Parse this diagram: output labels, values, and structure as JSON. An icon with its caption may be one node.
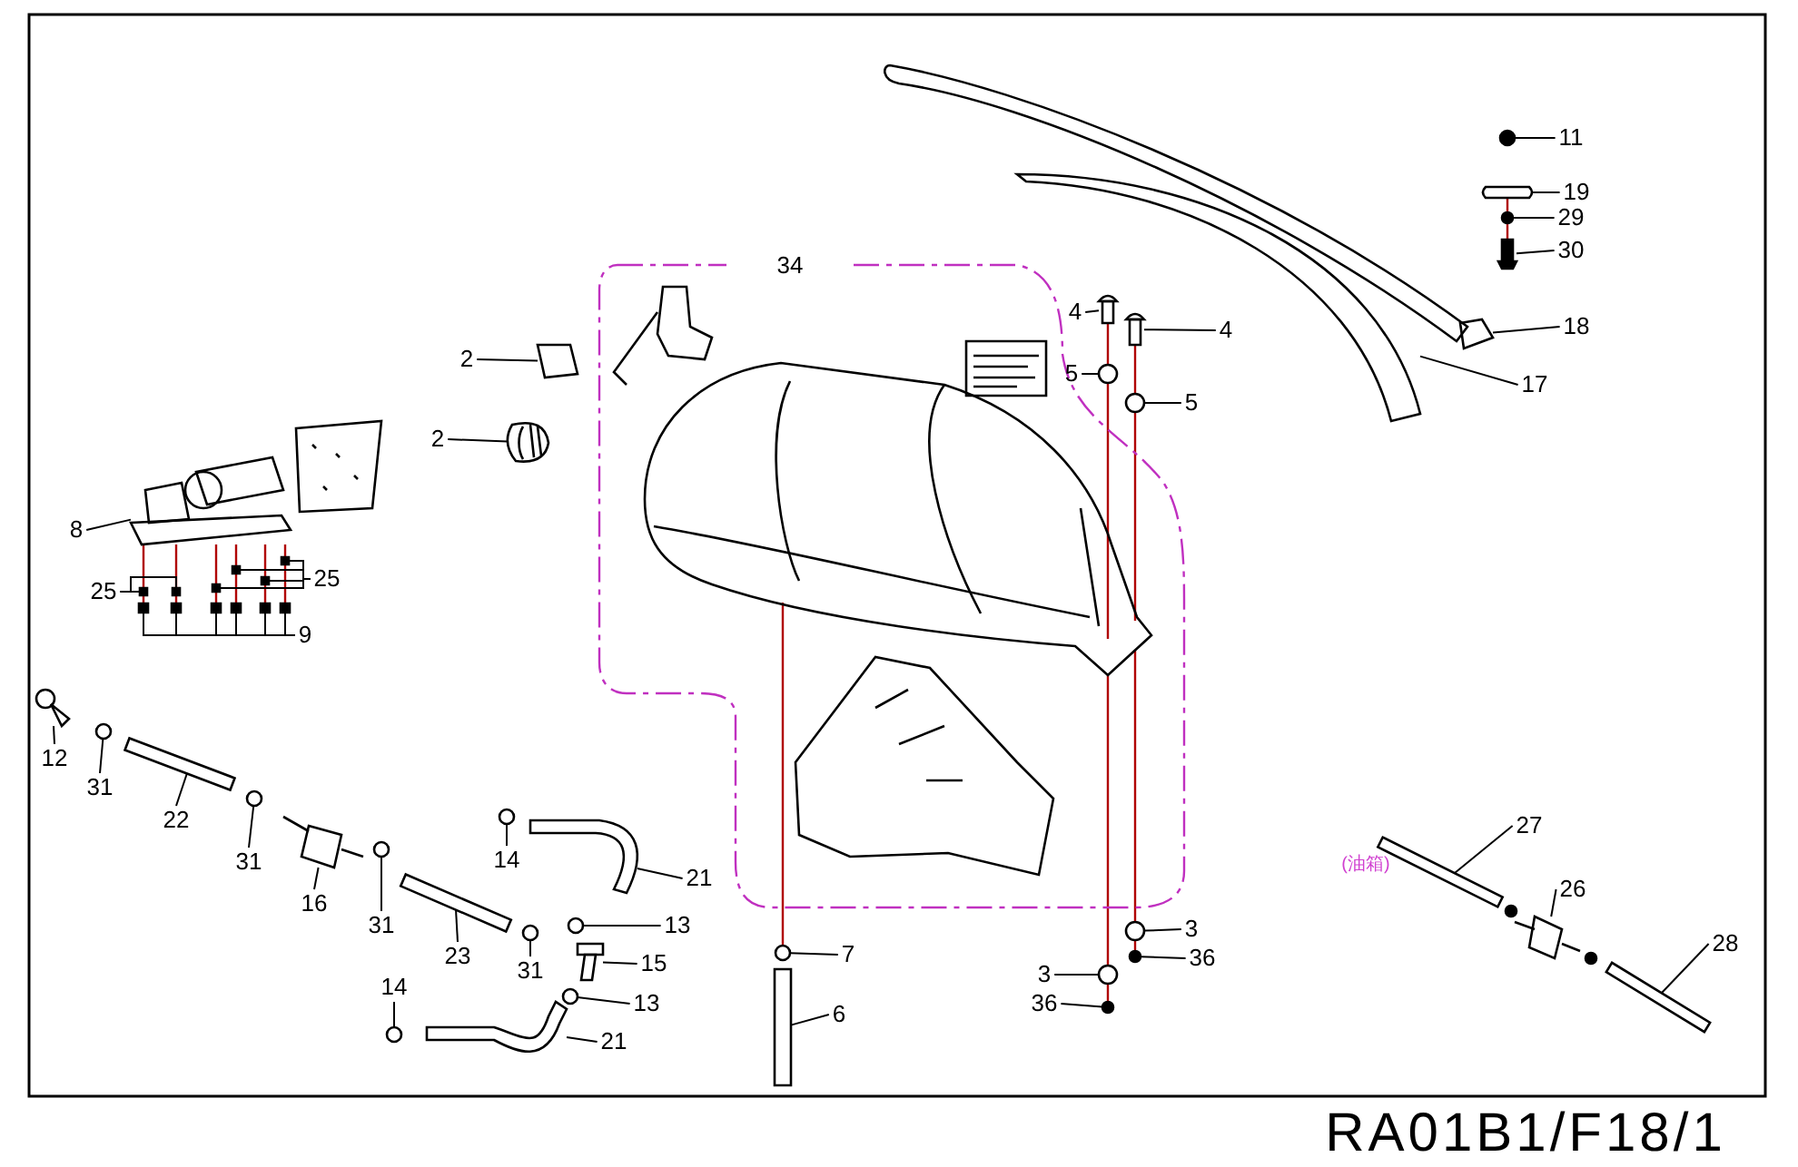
{
  "diagram": {
    "nodes": [
      {
        "text": [
          "11"
        ]
      },
      {
        "text": [
          "19"
        ]
      },
      {
        "text": [
          "29"
        ]
      },
      {
        "text": [
          "30"
        ]
      },
      {
        "text": [
          "4"
        ]
      },
      {
        "text": [
          "4"
        ]
      },
      {
        "text": [
          "18"
        ]
      },
      {
        "text": [
          "2"
        ]
      },
      {
        "text": [
          "5"
        ]
      },
      {
        "text": [
          "17"
        ]
      },
      {
        "text": [
          "5"
        ]
      },
      {
        "text": [
          "2"
        ]
      },
      {
        "text": [
          "8"
        ]
      },
      {
        "text": [
          "25"
        ]
      },
      {
        "text": [
          "25"
        ]
      },
      {
        "text": [
          "9"
        ]
      },
      {
        "text": [
          "12"
        ]
      },
      {
        "text": [
          "31"
        ]
      },
      {
        "text": [
          "22"
        ]
      },
      {
        "text": [
          "31"
        ]
      },
      {
        "text": [
          "16"
        ]
      },
      {
        "text": [
          "14"
        ]
      },
      {
        "text": [
          "21"
        ]
      },
      {
        "text": [
          "27"
        ]
      },
      {
        "text": [
          "26"
        ]
      },
      {
        "text": [
          "31"
        ]
      },
      {
        "text": [
          "23"
        ]
      },
      {
        "text": [
          "13"
        ]
      },
      {
        "text": [
          "7"
        ]
      },
      {
        "text": [
          "3"
        ]
      },
      {
        "text": [
          "36"
        ]
      },
      {
        "text": [
          "28"
        ]
      },
      {
        "text": [
          "3"
        ]
      },
      {
        "text": [
          "15"
        ]
      },
      {
        "text": [
          "31"
        ]
      },
      {
        "text": [
          "13"
        ]
      },
      {
        "text": [
          "6"
        ]
      },
      {
        "text": [
          "14"
        ]
      },
      {
        "text": [
          "36"
        ]
      },
      {
        "text": [
          "21"
        ]
      },
      {
        "text": [],
        "shape": "picture"
      },
      {
        "text": [],
        "shape": "picture"
      },
      {
        "text": [],
        "shape": "picture"
      },
      {
        "text": [],
        "shape": "picture"
      },
      {
        "text": [],
        "shape": "picture"
      },
      {
        "text": [],
        "shape": "picture"
      },
      {
        "text": [],
        "shape": "picture"
      },
      {
        "text": [],
        "shape": "picture"
      },
      {
        "text": [],
        "shape": "picture"
      },
      {
        "text": [],
        "shape": "picture"
      },
      {
        "text": [],
        "shape": "picture"
      },
      {
        "text": [],
        "shape": "picture"
      },
      {
        "text": [],
        "shape": "picture"
      },
      {
        "text": [],
        "shape": "box"
      },
      {
        "text": [],
        "shape": "box"
      },
      {
        "text": [],
        "shape": "box"
      },
      {
        "text": [],
        "shape": "box"
      },
      {
        "text": [],
        "shape": "box"
      },
      {
        "text": [],
        "shape": "box"
      },
      {
        "text": [],
        "shape": "box"
      },
      {
        "text": [],
        "shape": "box"
      },
      {
        "text": [],
        "shape": "box"
      },
      {
        "text": [],
        "shape": "box"
      },
      {
        "text": [],
        "shape": "box"
      },
      {
        "text": [],
        "shape": "box"
      },
      {
        "text": [],
        "shape": "picture"
      },
      {
        "text": [],
        "shape": "picture"
      },
      {
        "text": [],
        "shape": "bar"
      },
      {
        "text": [],
        "shape": "picture"
      },
      {
        "text": [],
        "shape": "picture"
      },
      {
        "text": [],
        "shape": "picture"
      },
      {
        "text": [],
        "shape": "picture"
      },
      {
        "text": [],
        "shape": "bar"
      },
      {
        "text": [],
        "shape": "picture"
      },
      {
        "text": [],
        "shape": "picture"
      },
      {
        "text": [],
        "shape": "bar"
      },
      {
        "text": [],
        "shape": "picture"
      },
      {
        "text": [],
        "shape": "picture"
      },
      {
        "text": [],
        "shape": "picture"
      },
      {
        "text": [],
        "shape": "picture"
      },
      {
        "text": [],
        "shape": "bar"
      },
      {
        "text": [],
        "shape": "picture"
      },
      {
        "text": [],
        "shape": "picture"
      },
      {
        "text": [],
        "shape": "picture"
      },
      {
        "text": [],
        "shape": "picture"
      },
      {
        "text": [],
        "shape": "bar"
      },
      {
        "text": [],
        "shape": "picture"
      },
      {
        "text": [],
        "shape": "picture"
      },
      {
        "text": [],
        "shape": "picture"
      },
      {
        "text": [],
        "shape": "picture"
      }
    ],
    "edges": [
      {
        "from": 0,
        "to": 40,
        "arrow": "none"
      },
      {
        "from": 1,
        "to": 41,
        "arrow": "none"
      },
      {
        "from": 2,
        "to": 42,
        "arrow": "none"
      },
      {
        "from": 3,
        "to": 43,
        "arrow": "none"
      },
      {
        "from": 4,
        "to": 44,
        "arrow": "none"
      },
      {
        "from": 5,
        "to": 45,
        "arrow": "none"
      },
      {
        "from": 6,
        "to": 46,
        "arrow": "none"
      },
      {
        "from": 7,
        "to": 47,
        "arrow": "none"
      },
      {
        "from": 8,
        "to": 48,
        "arrow": "none"
      },
      {
        "from": 9,
        "to": 49,
        "arrow": "none"
      },
      {
        "from": 10,
        "to": 50,
        "arrow": "none"
      },
      {
        "from": 11,
        "to": 51,
        "arrow": "none"
      },
      {
        "from": 12,
        "to": 52,
        "arrow": "none"
      },
      {
        "from": 13,
        "to": 53,
        "arrow": "none"
      },
      {
        "from": 13,
        "to": 54,
        "arrow": "none"
      },
      {
        "from": 14,
        "to": 55,
        "arrow": "none"
      },
      {
        "from": 14,
        "to": 56,
        "arrow": "none"
      },
      {
        "from": 14,
        "to": 57,
        "arrow": "none"
      },
      {
        "from": 14,
        "to": 58,
        "arrow": "none"
      },
      {
        "from": 15,
        "to": 59,
        "arrow": "none"
      },
      {
        "from": 15,
        "to": 60,
        "arrow": "none"
      },
      {
        "from": 15,
        "to": 61,
        "arrow": "none"
      },
      {
        "from": 15,
        "to": 62,
        "arrow": "none"
      },
      {
        "from": 15,
        "to": 63,
        "arrow": "none"
      },
      {
        "from": 15,
        "to": 64,
        "arrow": "none"
      },
      {
        "from": 16,
        "to": 65,
        "arrow": "none"
      },
      {
        "from": 17,
        "to": 66,
        "arrow": "none"
      },
      {
        "from": 18,
        "to": 67,
        "arrow": "none"
      },
      {
        "from": 19,
        "to": 68,
        "arrow": "none"
      },
      {
        "from": 20,
        "to": 69,
        "arrow": "none"
      },
      {
        "from": 21,
        "to": 70,
        "arrow": "none"
      },
      {
        "from": 22,
        "to": 71,
        "arrow": "none"
      },
      {
        "from": 23,
        "to": 72,
        "arrow": "none"
      },
      {
        "from": 24,
        "to": 73,
        "arrow": "none"
      },
      {
        "from": 25,
        "to": 74,
        "arrow": "none"
      },
      {
        "from": 26,
        "to": 75,
        "arrow": "none"
      },
      {
        "from": 27,
        "to": 76,
        "arrow": "none"
      },
      {
        "from": 28,
        "to": 77,
        "arrow": "none"
      },
      {
        "from": 29,
        "to": 78,
        "arrow": "none"
      },
      {
        "from": 30,
        "to": 79,
        "arrow": "none"
      },
      {
        "from": 31,
        "to": 80,
        "arrow": "none"
      },
      {
        "from": 32,
        "to": 81,
        "arrow": "none"
      },
      {
        "from": 33,
        "to": 82,
        "arrow": "none"
      },
      {
        "from": 34,
        "to": 83,
        "arrow": "none"
      },
      {
        "from": 35,
        "to": 84,
        "arrow": "none"
      },
      {
        "from": 36,
        "to": 85,
        "arrow": "none"
      },
      {
        "from": 37,
        "to": 86,
        "arrow": "none"
      },
      {
        "from": 38,
        "to": 87,
        "arrow": "none"
      },
      {
        "from": 39,
        "to": 88,
        "arrow": "none"
      },
      {
        "from": 41,
        "to": 42,
        "arrow": "none",
        "color": "#b00000"
      },
      {
        "from": 42,
        "to": 43,
        "arrow": "none",
        "color": "#b00000"
      },
      {
        "from": 44,
        "to": 48,
        "arrow": "none",
        "color": "#b00000"
      },
      {
        "from": 48,
        "to": 89,
        "arrow": "none",
        "color": "#b00000"
      },
      {
        "from": 89,
        "to": 81,
        "arrow": "none",
        "color": "#b00000"
      },
      {
        "from": 81,
        "to": 87,
        "arrow": "none",
        "color": "#b00000"
      },
      {
        "from": 45,
        "to": 50,
        "arrow": "none",
        "color": "#b00000"
      },
      {
        "from": 50,
        "to": 89,
        "arrow": "none",
        "color": "#b00000"
      },
      {
        "from": 89,
        "to": 78,
        "arrow": "none",
        "color": "#b00000"
      },
      {
        "from": 78,
        "to": 79,
        "arrow": "none",
        "color": "#b00000"
      },
      {
        "from": 89,
        "to": 77,
        "arrow": "none",
        "color": "#b00000"
      },
      {
        "from": 52,
        "to": 53,
        "arrow": "none",
        "color": "#b00000"
      },
      {
        "from": 52,
        "to": 54,
        "arrow": "none",
        "color": "#b00000"
      },
      {
        "from": 52,
        "to": 55,
        "arrow": "none",
        "color": "#b00000"
      },
      {
        "from": 52,
        "to": 56,
        "arrow": "none",
        "color": "#b00000"
      },
      {
        "from": 52,
        "to": 57,
        "arrow": "none",
        "color": "#b00000"
      },
      {
        "from": 52,
        "to": 58,
        "arrow": "none",
        "color": "#b00000"
      },
      {
        "from": 53,
        "to": 59,
        "arrow": "none",
        "color": "#b00000"
      },
      {
        "from": 54,
        "to": 60,
        "arrow": "none",
        "color": "#b00000"
      },
      {
        "from": 55,
        "to": 61,
        "arrow": "none",
        "color": "#b00000"
      },
      {
        "from": 56,
        "to": 62,
        "arrow": "none",
        "color": "#b00000"
      },
      {
        "from": 57,
        "to": 63,
        "arrow": "none",
        "color": "#b00000"
      },
      {
        "from": 58,
        "to": 64,
        "arrow": "none",
        "color": "#b00000"
      }
    ],
    "labels": [
      "34",
      "(油箱)",
      "RA01B1/F18/1"
    ]
  }
}
